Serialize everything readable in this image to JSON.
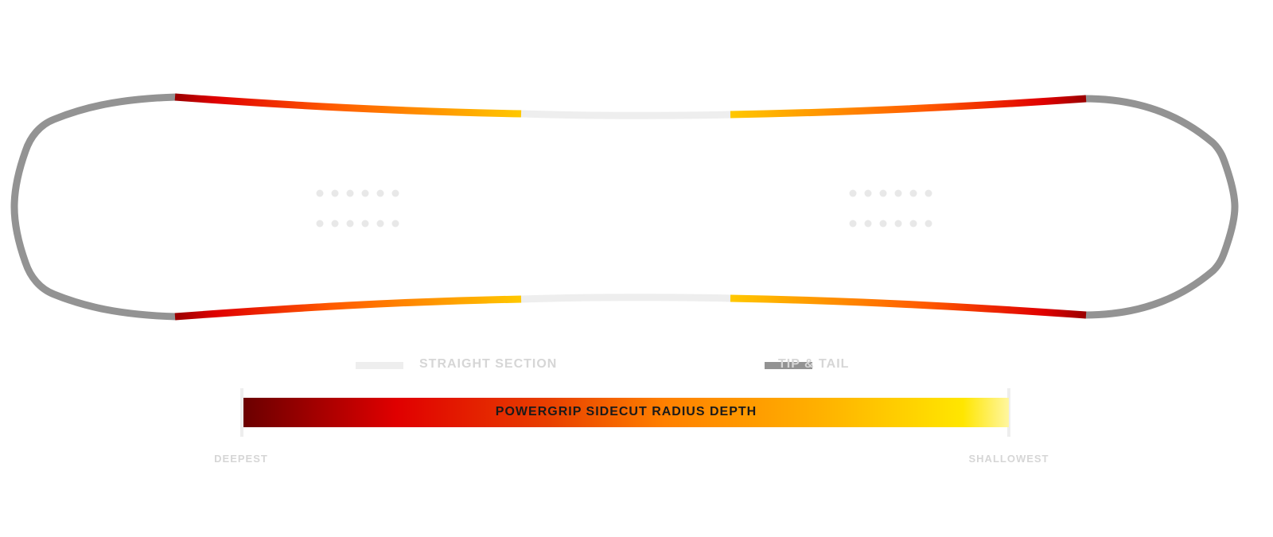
{
  "legend": {
    "straight_section": "STRAIGHT SECTION",
    "tip_and_tail": "TIP & TAIL"
  },
  "scale": {
    "title": "POWERGRIP SIDECUT RADIUS DEPTH",
    "left_label": "DEEPEST",
    "right_label": "SHALLOWEST",
    "gradient_colors": [
      "#6b0000",
      "#e00000",
      "#ff6a00",
      "#ffb000",
      "#ffe600",
      "#fff6a0"
    ]
  },
  "colors": {
    "straight_section": "#eeeeee",
    "tip_and_tail": "#939393",
    "insert_dots": "#e8e8e8"
  }
}
